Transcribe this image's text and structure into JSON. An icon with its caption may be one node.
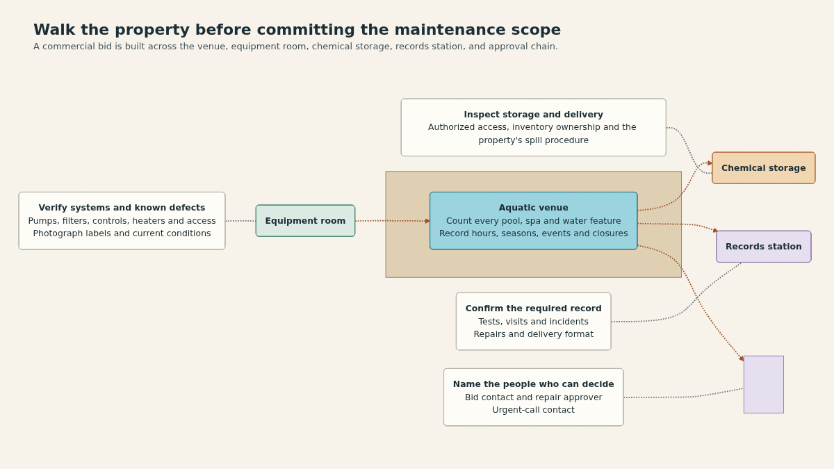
{
  "diagram": {
    "title": "Walk the property before committing the maintenance scope",
    "caption": "A commercial bid is built across the venue, equipment room, chemical storage, records station, and approval chain.",
    "nodes": [
      {
        "text": [],
        "shape": "box"
      },
      {
        "text": [
          "Aquatic venue",
          "Count every pool, spa and water feature",
          "Record hours, seasons, events and closures"
        ],
        "in": 0
      },
      {
        "text": [
          "Equipment room"
        ]
      },
      {
        "text": [
          "Chemical storage"
        ]
      },
      {
        "text": [
          "Records station"
        ]
      },
      {
        "text": [],
        "shape": "box"
      },
      {
        "text": [
          "Verify systems and known defects",
          "Pumps, filters, controls, heaters and access",
          "Photograph labels and current conditions"
        ]
      },
      {
        "text": [
          "Inspect storage and delivery",
          "Authorized access, inventory ownership and the property's spill procedure"
        ]
      },
      {
        "text": [
          "Confirm the required record",
          "Tests, visits and incidents",
          "Repairs and delivery format"
        ]
      },
      {
        "text": [
          "Name the people who can decide",
          "Bid contact and repair approver",
          "Urgent-call contact"
        ]
      }
    ],
    "edges": [
      {
        "from": 2,
        "to": 1,
        "arrow": "to",
        "style": "dashed",
        "color": "#a0532d"
      },
      {
        "from": 1,
        "to": 3,
        "arrow": "to",
        "style": "dashed",
        "color": "#a0532d"
      },
      {
        "from": 1,
        "to": 4,
        "arrow": "to",
        "style": "dashed",
        "color": "#a0532d"
      },
      {
        "from": 1,
        "to": 5,
        "arrow": "to",
        "style": "dashed",
        "color": "#a0532d"
      },
      {
        "from": 6,
        "to": 2,
        "arrow": "none",
        "style": "dashed",
        "color": "#6b7b80"
      },
      {
        "from": 7,
        "to": 3,
        "arrow": "none",
        "style": "dashed",
        "color": "#6b7b80"
      },
      {
        "from": 8,
        "to": 4,
        "arrow": "none",
        "style": "dashed",
        "color": "#6b7b80"
      },
      {
        "from": 9,
        "to": 5,
        "arrow": "none",
        "style": "dashed",
        "color": "#6b7b80"
      }
    ]
  }
}
